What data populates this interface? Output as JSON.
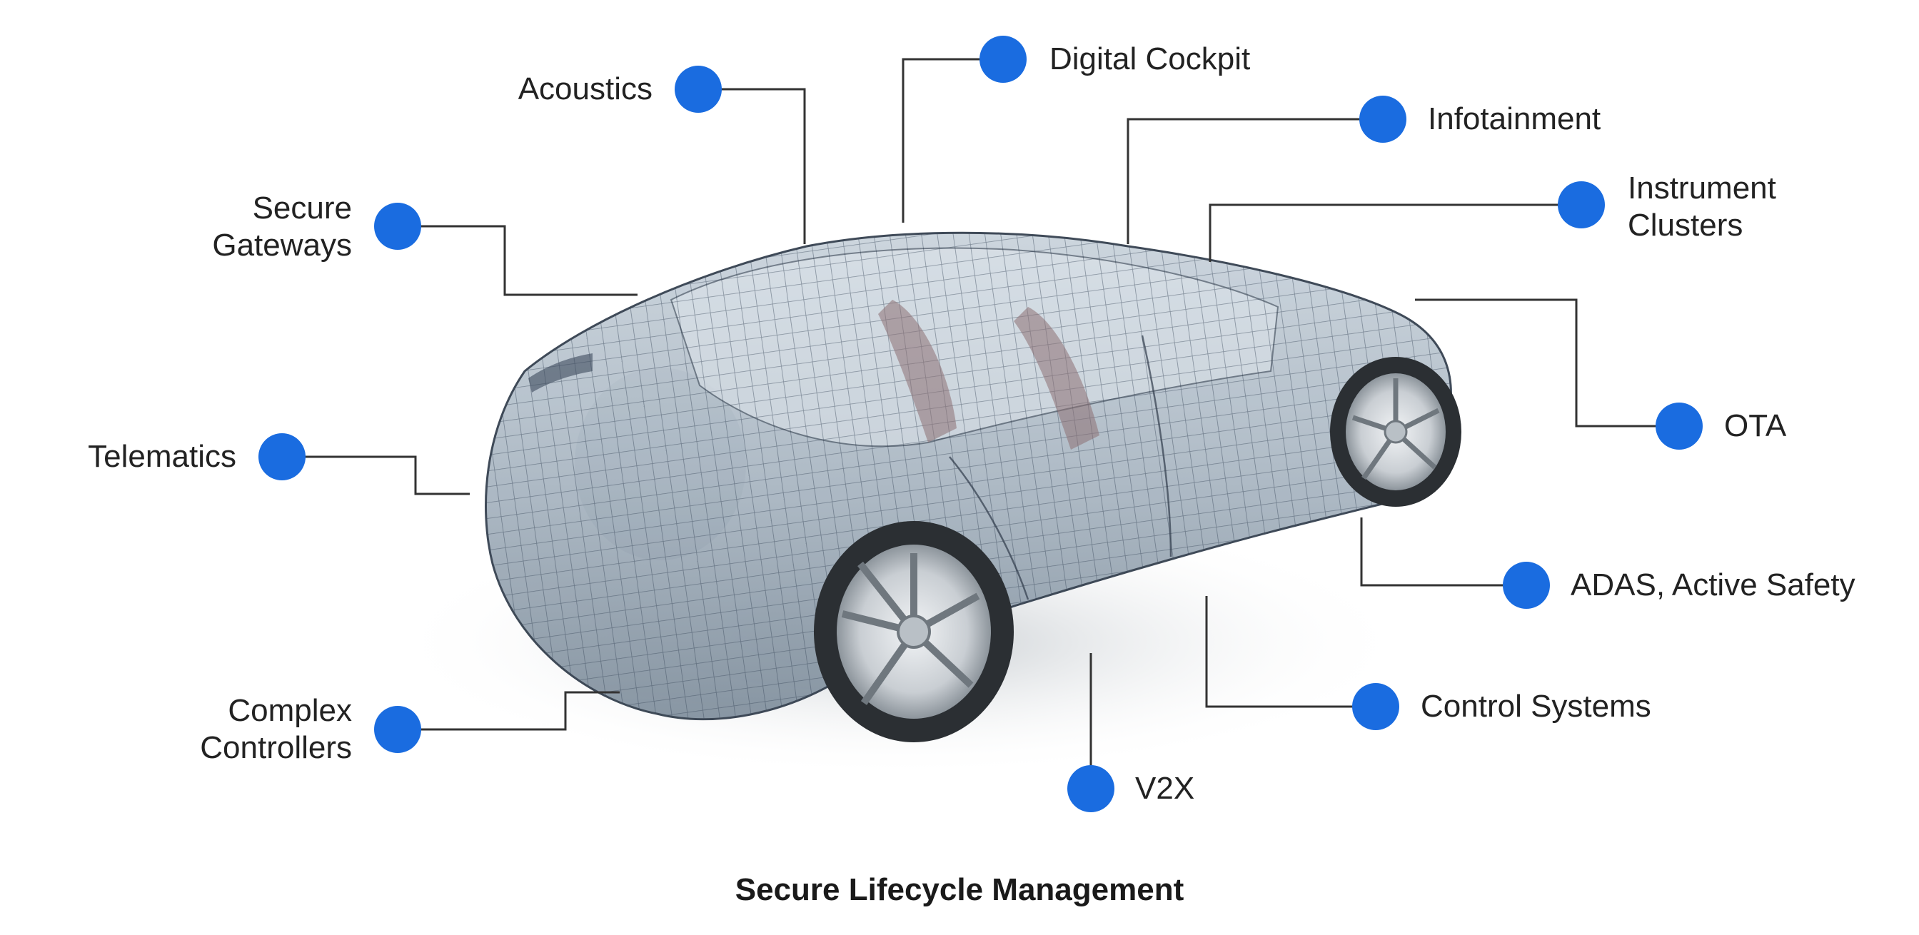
{
  "colors": {
    "marker": "#1a6ce0",
    "connector": "#333333",
    "text": "#222222"
  },
  "car_image": {
    "description_icon": "wireframe-car-illustration"
  },
  "labels": {
    "acoustics": "Acoustics",
    "digital_cockpit": "Digital Cockpit",
    "infotainment": "Infotainment",
    "instrument_clusters": "Instrument\nClusters",
    "secure_gateways": "Secure\nGateways",
    "ota": "OTA",
    "telematics": "Telematics",
    "adas": "ADAS, Active Safety",
    "control_systems": "Control Systems",
    "complex_controllers": "Complex\nControllers",
    "v2x": "V2X"
  },
  "caption": "Secure Lifecycle Management"
}
